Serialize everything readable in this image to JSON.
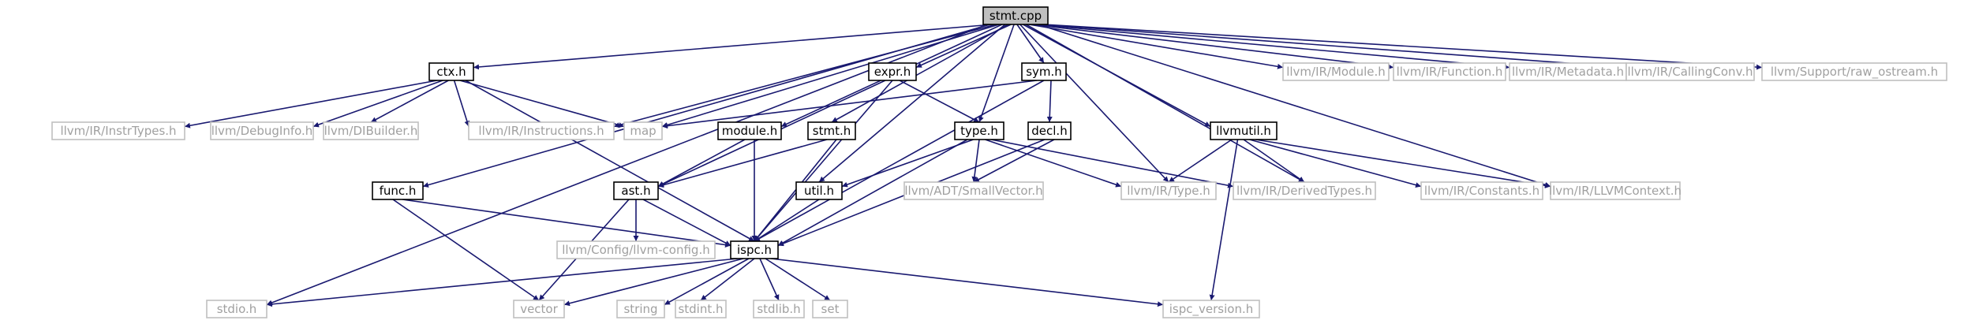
{
  "title": "stmt.cpp",
  "colors": {
    "edge": "#191970",
    "root_fill": "#bfbfbf",
    "documented_border": "#000000",
    "external_border": "#bfbfbf",
    "external_text": "#a0a0a0",
    "text": "#000000"
  },
  "nodes": [
    {
      "id": "stmt_cpp",
      "label": "stmt.cpp",
      "kind": "root"
    },
    {
      "id": "ctx_h",
      "label": "ctx.h",
      "kind": "documented"
    },
    {
      "id": "expr_h",
      "label": "expr.h",
      "kind": "documented"
    },
    {
      "id": "sym_h",
      "label": "sym.h",
      "kind": "documented"
    },
    {
      "id": "module_h",
      "label": "module.h",
      "kind": "documented"
    },
    {
      "id": "stmt_h",
      "label": "stmt.h",
      "kind": "documented"
    },
    {
      "id": "type_h",
      "label": "type.h",
      "kind": "documented"
    },
    {
      "id": "decl_h",
      "label": "decl.h",
      "kind": "documented"
    },
    {
      "id": "llvmutil_h",
      "label": "llvmutil.h",
      "kind": "documented"
    },
    {
      "id": "func_h",
      "label": "func.h",
      "kind": "documented"
    },
    {
      "id": "ast_h",
      "label": "ast.h",
      "kind": "documented"
    },
    {
      "id": "util_h",
      "label": "util.h",
      "kind": "documented"
    },
    {
      "id": "ispc_h",
      "label": "ispc.h",
      "kind": "documented"
    },
    {
      "id": "llvm_module",
      "label": "llvm/IR/Module.h",
      "kind": "external"
    },
    {
      "id": "llvm_function",
      "label": "llvm/IR/Function.h",
      "kind": "external"
    },
    {
      "id": "llvm_metadata",
      "label": "llvm/IR/Metadata.h",
      "kind": "external"
    },
    {
      "id": "llvm_callingconv",
      "label": "llvm/IR/CallingConv.h",
      "kind": "external"
    },
    {
      "id": "llvm_raw_ostream",
      "label": "llvm/Support/raw_ostream.h",
      "kind": "external"
    },
    {
      "id": "llvm_instrtypes",
      "label": "llvm/IR/InstrTypes.h",
      "kind": "external"
    },
    {
      "id": "llvm_debuginfo",
      "label": "llvm/DebugInfo.h",
      "kind": "external"
    },
    {
      "id": "llvm_dibuilder",
      "label": "llvm/DIBuilder.h",
      "kind": "external"
    },
    {
      "id": "llvm_instructions",
      "label": "llvm/IR/Instructions.h",
      "kind": "external"
    },
    {
      "id": "map",
      "label": "map",
      "kind": "external"
    },
    {
      "id": "llvm_smallvector",
      "label": "llvm/ADT/SmallVector.h",
      "kind": "external"
    },
    {
      "id": "llvm_type",
      "label": "llvm/IR/Type.h",
      "kind": "external"
    },
    {
      "id": "llvm_derivedtypes",
      "label": "llvm/IR/DerivedTypes.h",
      "kind": "external"
    },
    {
      "id": "llvm_constants",
      "label": "llvm/IR/Constants.h",
      "kind": "external"
    },
    {
      "id": "llvm_llvmcontext",
      "label": "llvm/IR/LLVMContext.h",
      "kind": "external"
    },
    {
      "id": "llvm_config",
      "label": "llvm/Config/llvm-config.h",
      "kind": "external"
    },
    {
      "id": "stdio_h",
      "label": "stdio.h",
      "kind": "external"
    },
    {
      "id": "vector",
      "label": "vector",
      "kind": "external"
    },
    {
      "id": "string",
      "label": "string",
      "kind": "external"
    },
    {
      "id": "stdint_h",
      "label": "stdint.h",
      "kind": "external"
    },
    {
      "id": "stdlib_h",
      "label": "stdlib.h",
      "kind": "external"
    },
    {
      "id": "set",
      "label": "set",
      "kind": "external"
    },
    {
      "id": "ispc_version_h",
      "label": "ispc_version.h",
      "kind": "external"
    }
  ],
  "edges": [
    [
      "stmt_cpp",
      "ctx_h"
    ],
    [
      "stmt_cpp",
      "expr_h"
    ],
    [
      "stmt_cpp",
      "sym_h"
    ],
    [
      "stmt_cpp",
      "module_h"
    ],
    [
      "stmt_cpp",
      "stmt_h"
    ],
    [
      "stmt_cpp",
      "type_h"
    ],
    [
      "stmt_cpp",
      "llvmutil_h"
    ],
    [
      "stmt_cpp",
      "func_h"
    ],
    [
      "stmt_cpp",
      "util_h"
    ],
    [
      "stmt_cpp",
      "stdio_h"
    ],
    [
      "stmt_cpp",
      "map"
    ],
    [
      "stmt_cpp",
      "llvm_instructions"
    ],
    [
      "stmt_cpp",
      "llvm_type"
    ],
    [
      "stmt_cpp",
      "llvm_derivedtypes"
    ],
    [
      "stmt_cpp",
      "llvm_llvmcontext"
    ],
    [
      "stmt_cpp",
      "llvm_module"
    ],
    [
      "stmt_cpp",
      "llvm_function"
    ],
    [
      "stmt_cpp",
      "llvm_metadata"
    ],
    [
      "stmt_cpp",
      "llvm_callingconv"
    ],
    [
      "stmt_cpp",
      "llvm_raw_ostream"
    ],
    [
      "ctx_h",
      "llvm_instrtypes"
    ],
    [
      "ctx_h",
      "llvm_debuginfo"
    ],
    [
      "ctx_h",
      "llvm_dibuilder"
    ],
    [
      "ctx_h",
      "llvm_instructions"
    ],
    [
      "ctx_h",
      "map"
    ],
    [
      "ctx_h",
      "ispc_h"
    ],
    [
      "expr_h",
      "ast_h"
    ],
    [
      "expr_h",
      "type_h"
    ],
    [
      "expr_h",
      "ispc_h"
    ],
    [
      "sym_h",
      "map"
    ],
    [
      "sym_h",
      "decl_h"
    ],
    [
      "sym_h",
      "ispc_h"
    ],
    [
      "module_h",
      "ast_h"
    ],
    [
      "module_h",
      "ispc_h"
    ],
    [
      "stmt_h",
      "ast_h"
    ],
    [
      "stmt_h",
      "ispc_h"
    ],
    [
      "type_h",
      "util_h"
    ],
    [
      "type_h",
      "llvm_smallvector"
    ],
    [
      "type_h",
      "llvm_type"
    ],
    [
      "type_h",
      "llvm_derivedtypes"
    ],
    [
      "type_h",
      "ispc_h"
    ],
    [
      "decl_h",
      "llvm_smallvector"
    ],
    [
      "decl_h",
      "ispc_h"
    ],
    [
      "llvmutil_h",
      "llvm_type"
    ],
    [
      "llvmutil_h",
      "llvm_derivedtypes"
    ],
    [
      "llvmutil_h",
      "llvm_constants"
    ],
    [
      "llvmutil_h",
      "llvm_llvmcontext"
    ],
    [
      "llvmutil_h",
      "ispc_version_h"
    ],
    [
      "func_h",
      "ispc_h"
    ],
    [
      "func_h",
      "vector"
    ],
    [
      "ast_h",
      "llvm_config"
    ],
    [
      "ast_h",
      "vector"
    ],
    [
      "ast_h",
      "ispc_h"
    ],
    [
      "util_h",
      "ispc_h"
    ],
    [
      "ispc_h",
      "stdio_h"
    ],
    [
      "ispc_h",
      "vector"
    ],
    [
      "ispc_h",
      "string"
    ],
    [
      "ispc_h",
      "stdint_h"
    ],
    [
      "ispc_h",
      "stdlib_h"
    ],
    [
      "ispc_h",
      "set"
    ],
    [
      "ispc_h",
      "ispc_version_h"
    ]
  ]
}
